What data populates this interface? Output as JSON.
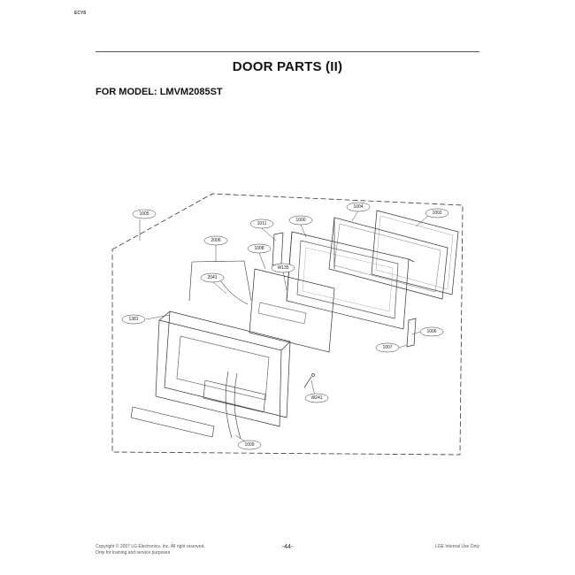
{
  "header": {
    "corner_mark": "ECY8",
    "title": "DOOR PARTS (II)",
    "model_line": "FOR MODEL: LMVM2085ST"
  },
  "diagram": {
    "callouts": {
      "c1005": "1005",
      "c1011": "1011",
      "c1000": "1000",
      "c1004": "1004",
      "c1002": "1002",
      "c2006": "2006",
      "c1008": "1008",
      "cW135": "W135",
      "c2041": "2041",
      "c1381": "1381",
      "c1006": "1006",
      "c1007": "1007",
      "cW241": "W241",
      "c1009": "1009"
    }
  },
  "footer": {
    "copyright_line1": "Copyright © 2007 LG Electronics. Inc. All right reserved.",
    "copyright_line2": "Only for training and service purposes",
    "page_number": "-44-",
    "internal": "LGE Internal Use Only"
  }
}
